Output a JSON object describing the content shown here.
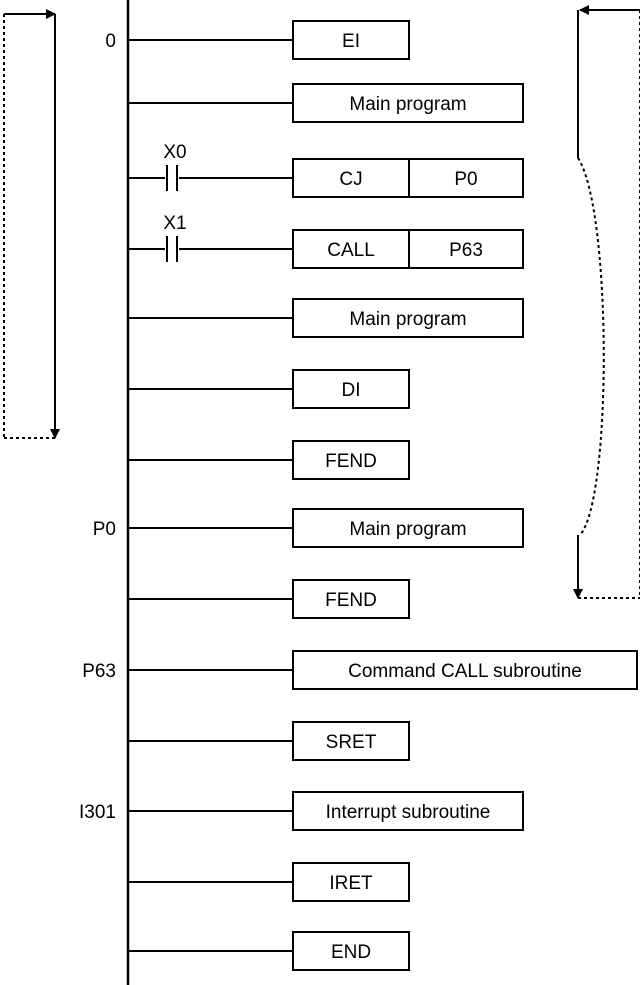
{
  "diagram": {
    "rungs": [
      {
        "label": "0",
        "contact": "",
        "instr": "EI",
        "operand": ""
      },
      {
        "label": "",
        "contact": "",
        "instr": "Main program",
        "operand": ""
      },
      {
        "label": "",
        "contact": "X0",
        "instr": "CJ",
        "operand": "P0"
      },
      {
        "label": "",
        "contact": "X1",
        "instr": "CALL",
        "operand": "P63"
      },
      {
        "label": "",
        "contact": "",
        "instr": "Main program",
        "operand": ""
      },
      {
        "label": "",
        "contact": "",
        "instr": "DI",
        "operand": ""
      },
      {
        "label": "",
        "contact": "",
        "instr": "FEND",
        "operand": ""
      },
      {
        "label": "P0",
        "contact": "",
        "instr": "Main program",
        "operand": ""
      },
      {
        "label": "",
        "contact": "",
        "instr": "FEND",
        "operand": ""
      },
      {
        "label": "P63",
        "contact": "",
        "instr": "Command CALL  subroutine",
        "operand": ""
      },
      {
        "label": "",
        "contact": "",
        "instr": "SRET",
        "operand": ""
      },
      {
        "label": "I301",
        "contact": "",
        "instr": "Interrupt subroutine",
        "operand": ""
      },
      {
        "label": "",
        "contact": "",
        "instr": "IRET",
        "operand": ""
      },
      {
        "label": "",
        "contact": "",
        "instr": "END",
        "operand": ""
      }
    ]
  }
}
